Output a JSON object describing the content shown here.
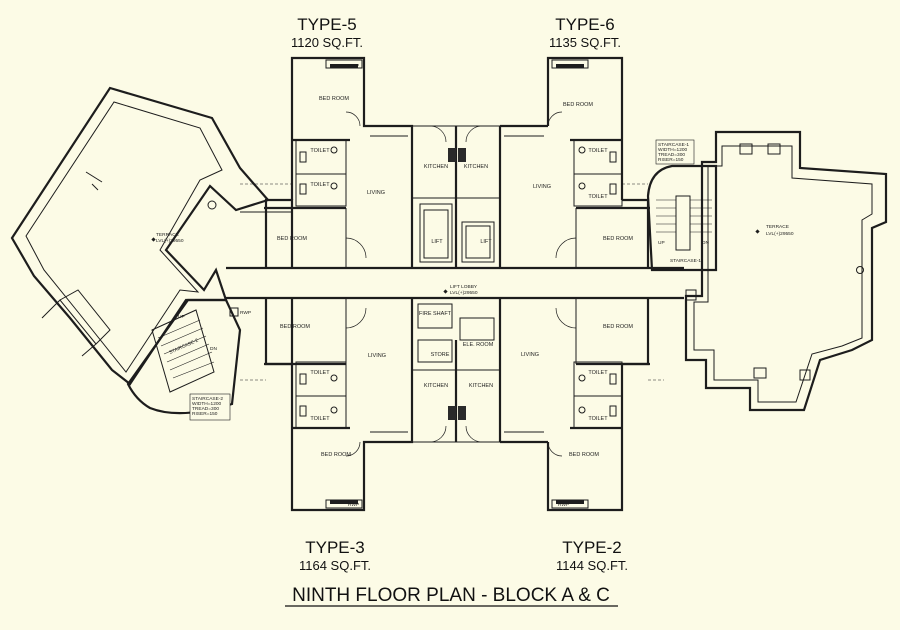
{
  "units": {
    "type5": {
      "name": "TYPE-5",
      "area": "1120 SQ.FT."
    },
    "type6": {
      "name": "TYPE-6",
      "area": "1135 SQ.FT."
    },
    "type3": {
      "name": "TYPE-3",
      "area": "1164 SQ.FT."
    },
    "type2": {
      "name": "TYPE-2",
      "area": "1144 SQ.FT."
    }
  },
  "title": "NINTH FLOOR PLAN - BLOCK A & C",
  "rooms": {
    "bed_room": "BED ROOM",
    "toilet": "TOILET",
    "living": "LIVING",
    "kitchen": "KITCHEN",
    "lift": "LIFT",
    "lift_lobby": "LIFT LOBBY",
    "lift_lobby_level": "LVL(+)29550",
    "fire_shaft": "FIRE SHAFT",
    "ele_room": "ELE. ROOM",
    "store": "STORE",
    "terrace": "TERRACE",
    "terrace_level": "LVL(+)29550",
    "staircase_1": "STAIRCASE-1",
    "staircase_2": "STAIRCASE-2",
    "up": "UP",
    "dn": "DN",
    "rwp": "RWP"
  },
  "staircase_notes": {
    "sc1": [
      "STAIRCASE-1",
      "WIDTH=1200",
      "TREAD=300",
      "RISER=150"
    ],
    "sc2": [
      "STAIRCASE-2",
      "WIDTH=1200",
      "TREAD=300",
      "RISER=150"
    ]
  }
}
